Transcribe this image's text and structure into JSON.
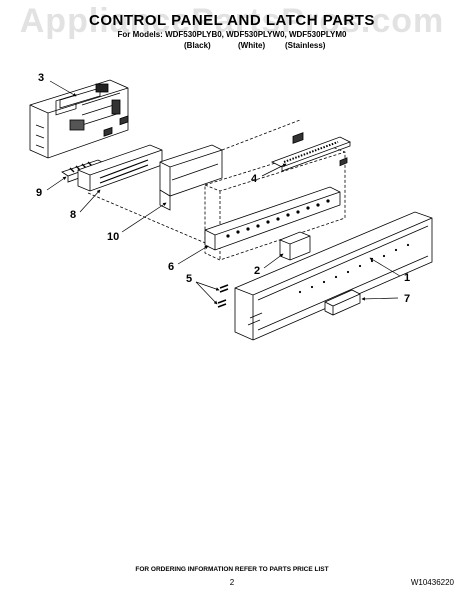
{
  "header": {
    "title": "CONTROL PANEL AND LATCH PARTS",
    "models_line": "For Models: WDF530PLYB0, WDF530PLYW0, WDF530PLYM0",
    "finishes": [
      "(Black)",
      "(White)",
      "(Stainless)"
    ]
  },
  "watermark": "AppliancePartsPros.com",
  "callouts": [
    "1",
    "2",
    "3",
    "4",
    "5",
    "6",
    "7",
    "8",
    "9",
    "10"
  ],
  "footer": {
    "ordering_note": "FOR ORDERING INFORMATION REFER TO PARTS PRICE LIST",
    "page_number": "2",
    "document_number": "W10436220"
  }
}
